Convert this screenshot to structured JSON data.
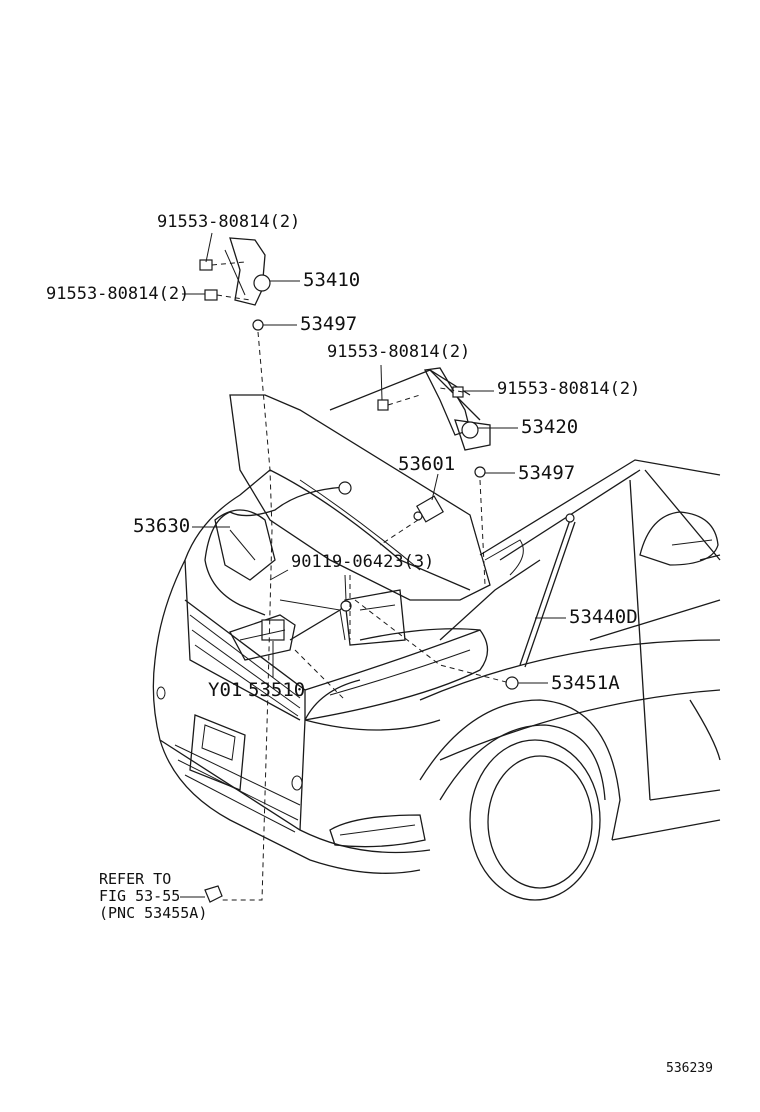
{
  "diagram_code": "536239",
  "callouts": {
    "bolt_top_left_upper": "91553-80814(2)",
    "bolt_top_left_lower": "91553-80814(2)",
    "hinge_left": "53410",
    "cushion_left": "53497",
    "bolt_mid_left": "91553-80814(2)",
    "bolt_mid_right": "91553-80814(2)",
    "hinge_right": "53420",
    "cushion_right": "53497",
    "hood_sub_assy": "53601",
    "lock_control_cable": "53630",
    "screw": "90119-06423(3)",
    "hood_support": "53440D",
    "retainer": "53451A",
    "hood_lock_prefix": "Y01",
    "hood_lock": "53510"
  },
  "refer": {
    "line1": "REFER TO",
    "line2": "FIG 53-55",
    "line3": "(PNC 53455A)"
  }
}
